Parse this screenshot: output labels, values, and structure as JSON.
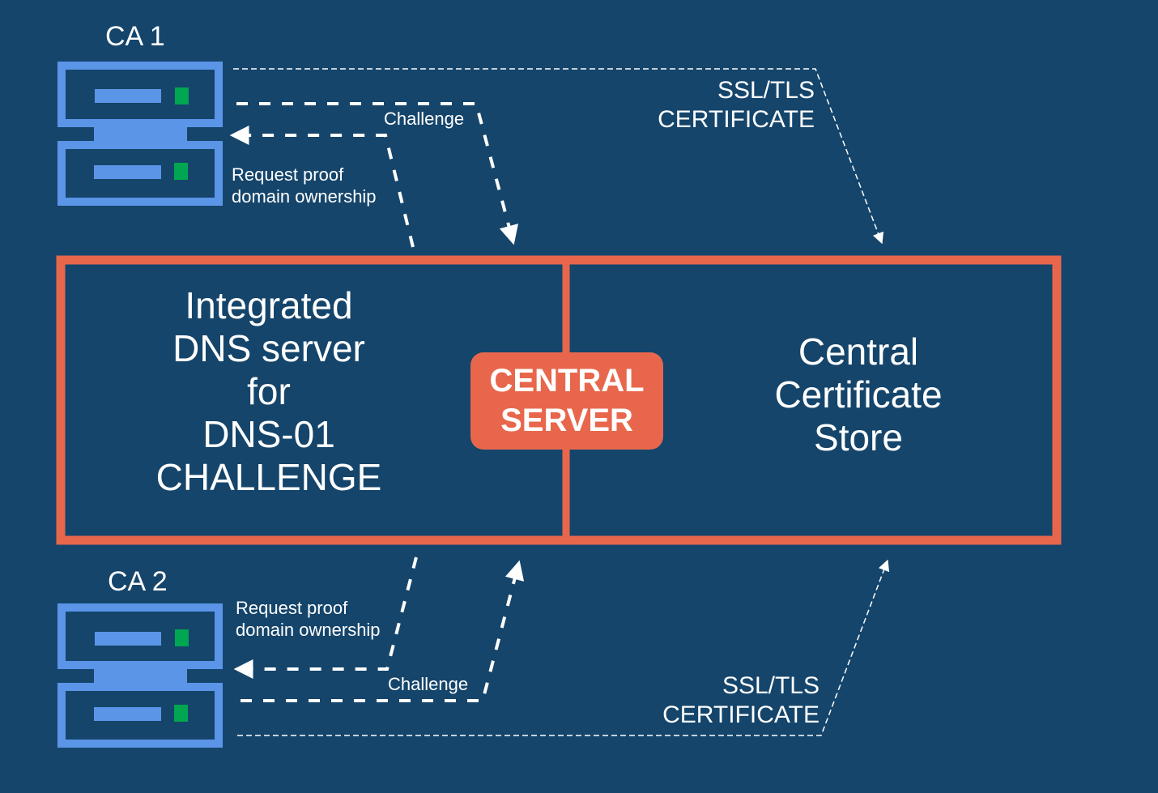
{
  "colors": {
    "background": "#15456b",
    "central_border": "#e8674c",
    "server_outline": "#5b95e8",
    "server_led": "#00a651",
    "arrow": "#ffffff"
  },
  "ca1": {
    "title": "CA 1",
    "request_label_line1": "Request proof",
    "request_label_line2": "domain ownership",
    "challenge_label": "Challenge",
    "cert_label_line1": "SSL/TLS",
    "cert_label_line2": "CERTIFICATE"
  },
  "ca2": {
    "title": "CA 2",
    "request_label_line1": "Request proof",
    "request_label_line2": "domain ownership",
    "challenge_label": "Challenge",
    "cert_label_line1": "SSL/TLS",
    "cert_label_line2": "CERTIFICATE"
  },
  "central": {
    "badge_line1": "CENTRAL",
    "badge_line2": "SERVER",
    "dns_panel": {
      "line1": "Integrated",
      "line2": "DNS server",
      "line3": "for",
      "line4": "DNS-01",
      "line5": "CHALLENGE"
    },
    "store_panel": {
      "line1": "Central",
      "line2": "Certificate",
      "line3": "Store"
    }
  },
  "icons": {
    "ca1_server": "server-rack-icon",
    "ca2_server": "server-rack-icon"
  }
}
